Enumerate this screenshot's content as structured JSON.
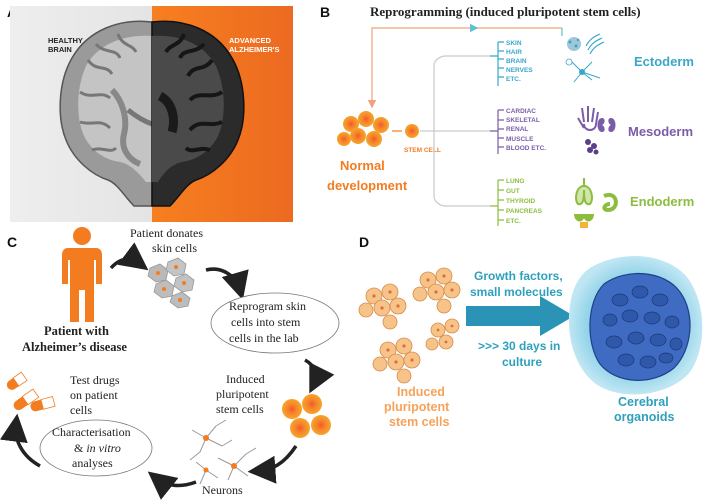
{
  "panels": {
    "a": "A",
    "b": "B",
    "c": "C",
    "d": "D"
  },
  "brain": {
    "healthy_line1": "HEALTHY",
    "healthy_line2": "BRAIN",
    "advanced_line1": "ADVANCED",
    "advanced_line2": "ALZHEIMER'S"
  },
  "reprogramming": {
    "title": "Reprogramming (induced pluripotent stem cells)",
    "stem_cell": "STEM CELL",
    "normal_dev_line1": "Normal",
    "normal_dev_line2": "development",
    "ectoderm": {
      "label": "Ectoderm",
      "items": [
        "SKIN",
        "HAIR",
        "BRAIN",
        "NERVES",
        "ETC."
      ]
    },
    "mesoderm": {
      "label": "Mesoderm",
      "items": [
        "CARDIAC",
        "SKELETAL",
        "RENAL",
        "MUSCLE",
        "BLOOD ETC."
      ]
    },
    "endoderm": {
      "label": "Endoderm",
      "items": [
        "LUNG",
        "GUT",
        "THYROID",
        "PANCREAS",
        "ETC."
      ]
    }
  },
  "workflow": {
    "donate_line1": "Patient donates",
    "donate_line2": "skin cells",
    "patient_line1": "Patient with",
    "patient_line2": "Alzheimer’s disease",
    "reprogram_line1": "Reprogram skin",
    "reprogram_line2": "cells into stem",
    "reprogram_line3": "cells in the lab",
    "ipsc_line1": "Induced",
    "ipsc_line2": "pluripotent",
    "ipsc_line3": "stem cells",
    "neurons": "Neurons",
    "char_line1": "Characterisation",
    "char_line2_prefix": "& ",
    "char_line2_italic": "in vitro",
    "char_line3": "analyses",
    "test_line1": "Test drugs",
    "test_line2": "on patient",
    "test_line3": "cells"
  },
  "organoids": {
    "growth_line1": "Growth factors,",
    "growth_line2": "small molecules",
    "days_line1": ">>> 30 days in",
    "days_line2": "culture",
    "ipsc_line1": "Induced",
    "ipsc_line2": "pluripotent",
    "ipsc_line3": "stem cells",
    "cerebral_line1": "Cerebral",
    "cerebral_line2": "organoids"
  },
  "colors": {
    "ectoderm": "#39a7c9",
    "mesoderm": "#7a5ca8",
    "endoderm": "#8cbd3f",
    "orange": "#f47c20",
    "teal": "#2ea0bd",
    "organoid": "#3f6cc2"
  }
}
